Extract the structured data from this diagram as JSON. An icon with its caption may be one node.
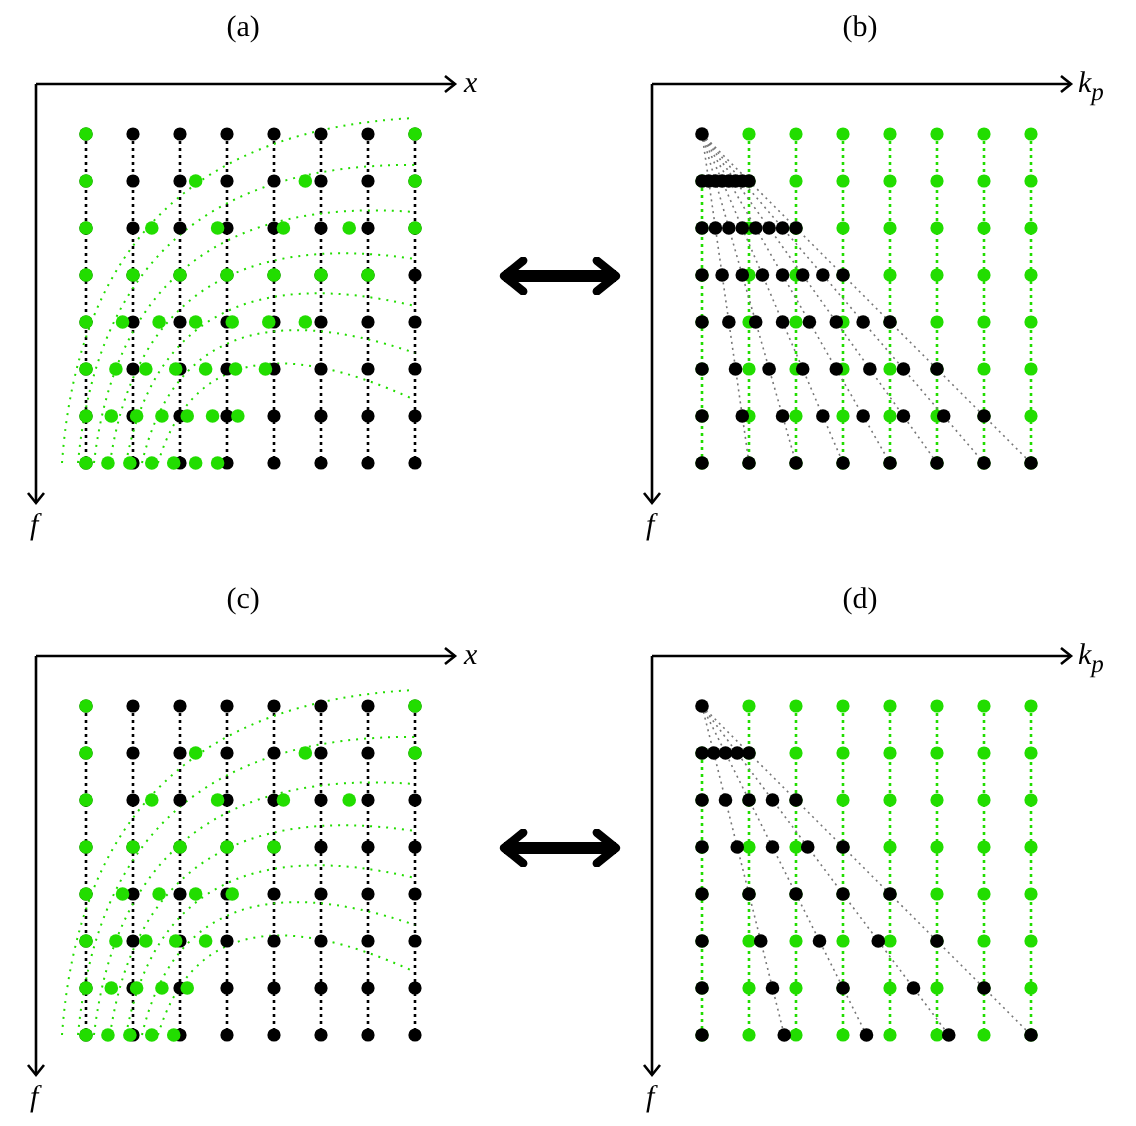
{
  "diagram": {
    "nodes": [
      {
        "text": [
          "(a)"
        ]
      },
      {
        "text": [
          "(b)"
        ]
      },
      {
        "text": [
          "(c)"
        ]
      },
      {
        "text": [
          "(d)"
        ]
      }
    ],
    "edges": [
      {
        "from": 0,
        "to": 1,
        "arrow": "both"
      },
      {
        "from": 2,
        "to": 3,
        "arrow": "both"
      }
    ],
    "labels": [
      "x",
      "k$_{p}$",
      "f",
      "f",
      "x",
      "k$_{p}$",
      "f",
      "f"
    ]
  }
}
